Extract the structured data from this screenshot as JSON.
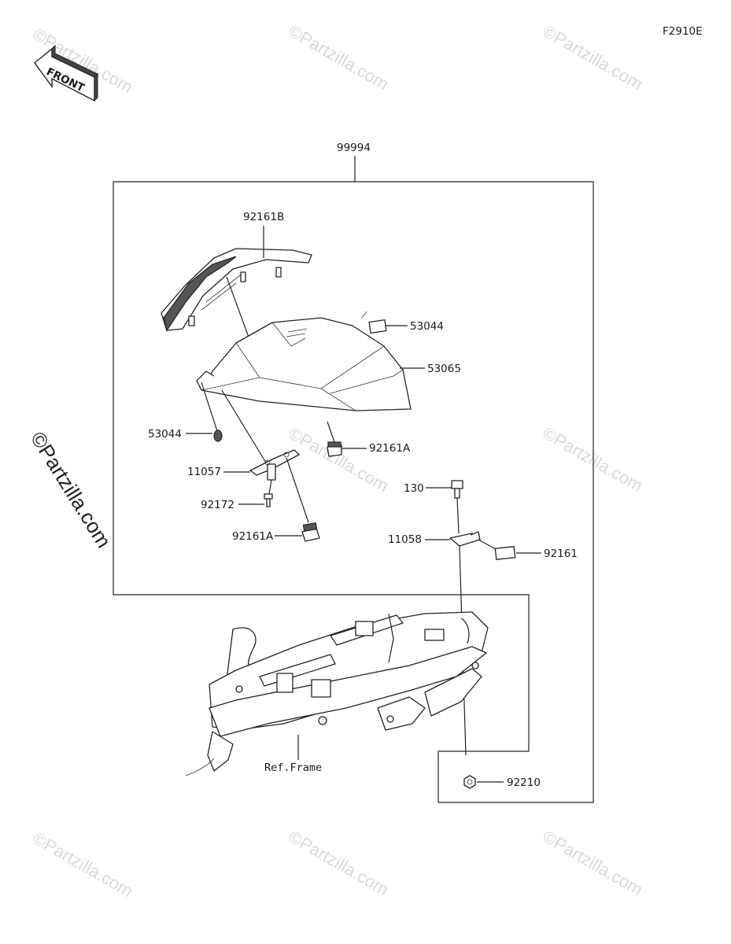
{
  "figure_code": "F2910E",
  "front_label": "FRONT",
  "assembly_label": "99994",
  "watermark_text": "©Partzilla.com",
  "callouts": [
    {
      "id": "92161B",
      "label": "92161B"
    },
    {
      "id": "53044-top",
      "label": "53044"
    },
    {
      "id": "53065",
      "label": "53065"
    },
    {
      "id": "53044-left",
      "label": "53044"
    },
    {
      "id": "92161A-top",
      "label": "92161A"
    },
    {
      "id": "11057",
      "label": "11057"
    },
    {
      "id": "92172",
      "label": "92172"
    },
    {
      "id": "92161A-bottom",
      "label": "92161A"
    },
    {
      "id": "130",
      "label": "130"
    },
    {
      "id": "11058",
      "label": "11058"
    },
    {
      "id": "92161",
      "label": "92161"
    },
    {
      "id": "92210",
      "label": "92210"
    }
  ],
  "ref_frame_label": "Ref.Frame",
  "colors": {
    "ink": "#222222",
    "watermark": "#d9d9d9"
  }
}
